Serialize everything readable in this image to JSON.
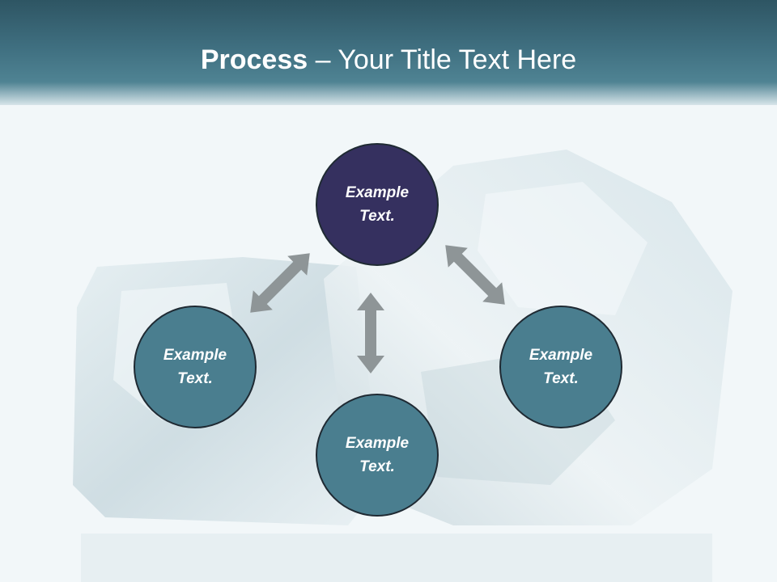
{
  "slide": {
    "title_bold": "Process",
    "title_rest": " – Your Title Text Here"
  },
  "colors": {
    "header": "#3f6f80",
    "node_primary": "#35305f",
    "node_secondary": "#4a7e8f",
    "arrow": "#8e9597"
  },
  "nodes": [
    {
      "label": "Example\nText.",
      "role": "top"
    },
    {
      "label": "Example\nText.",
      "role": "left"
    },
    {
      "label": "Example\nText.",
      "role": "right"
    },
    {
      "label": "Example\nText.",
      "role": "bottom"
    }
  ]
}
